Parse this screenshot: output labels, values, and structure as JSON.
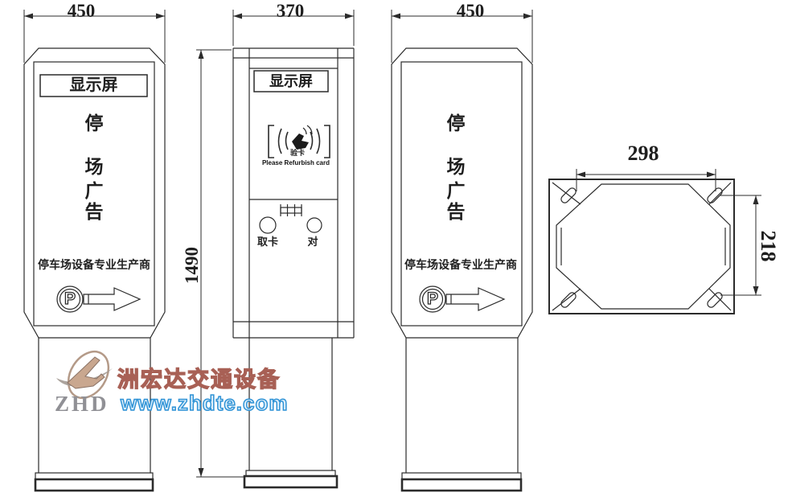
{
  "views": {
    "front": {
      "width_dim": "450",
      "screen_label": "显示屏",
      "ad_chars": [
        "停",
        "场",
        "广",
        "告"
      ],
      "slogan": "停车场设备专业生产商",
      "p_symbol": "P"
    },
    "side": {
      "width_dim": "370",
      "height_dim": "1490",
      "screen_label": "显示屏",
      "reader_label": "验卡",
      "reader_caption": "Please Refurbish card",
      "button_take_card": "取卡",
      "button_right": "对"
    },
    "back": {
      "width_dim": "450",
      "ad_chars": [
        "停",
        "场",
        "广",
        "告"
      ],
      "slogan": "停车场设备专业生产商",
      "p_symbol": "P"
    },
    "base_plan": {
      "hole_spacing_width": "298",
      "hole_spacing_height": "218"
    }
  },
  "watermark": {
    "logo_text": "ZHD",
    "company": "洲宏达交通设备",
    "website": "www.zhdte.com"
  },
  "colors": {
    "line": "#2b2b2b",
    "watermark_red": "#a86055",
    "watermark_blue": "#2f93d6",
    "logo_gray": "#909095"
  },
  "icons": {
    "card_swipe": "hand swiping card inside signal brackets",
    "parking": "letter P in double circle",
    "direction_arrow": "right-pointing outline arrow",
    "plane_logo": "stylized airplane with swoosh ellipse"
  }
}
